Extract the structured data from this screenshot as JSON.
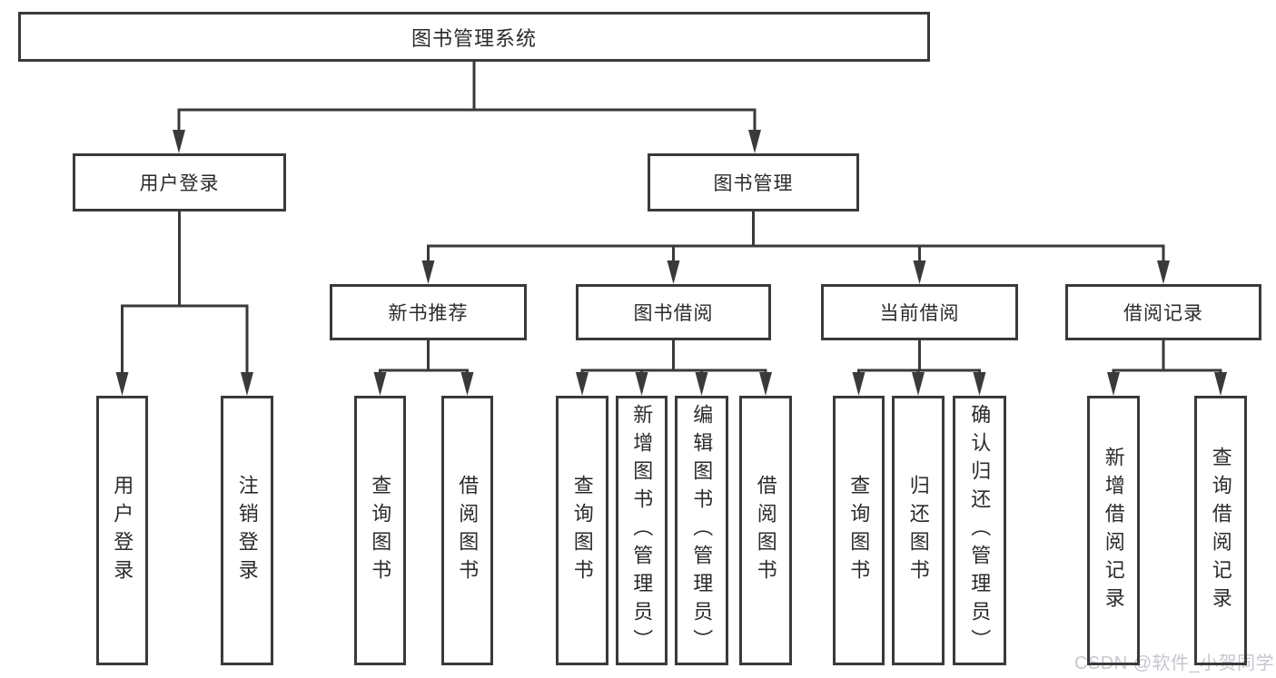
{
  "diagram": {
    "root": {
      "label": "图书管理系统"
    },
    "level2": [
      {
        "label": "用户登录"
      },
      {
        "label": "图书管理"
      }
    ],
    "level3": [
      {
        "label": "新书推荐"
      },
      {
        "label": "图书借阅"
      },
      {
        "label": "当前借阅"
      },
      {
        "label": "借阅记录"
      }
    ],
    "leaves": {
      "user_login": [
        "用户登录",
        "注销登录"
      ],
      "new_book": [
        "查询图书",
        "借阅图书"
      ],
      "book_borrow": [
        "查询图书",
        "新增图书（管理员）",
        "编辑图书（管理员）",
        "借阅图书"
      ],
      "current_borrow": [
        "查询图书",
        "归还图书",
        "确认归还（管理员）"
      ],
      "borrow_records": [
        "新增借阅记录",
        "查询借阅记录"
      ]
    }
  },
  "watermark": {
    "text": "CSDN @软件_小贺同学"
  },
  "colors": {
    "line": "#3a3a3a",
    "text": "#2b2b2b",
    "background": "#ffffff",
    "watermark": "#c6c6cf"
  }
}
